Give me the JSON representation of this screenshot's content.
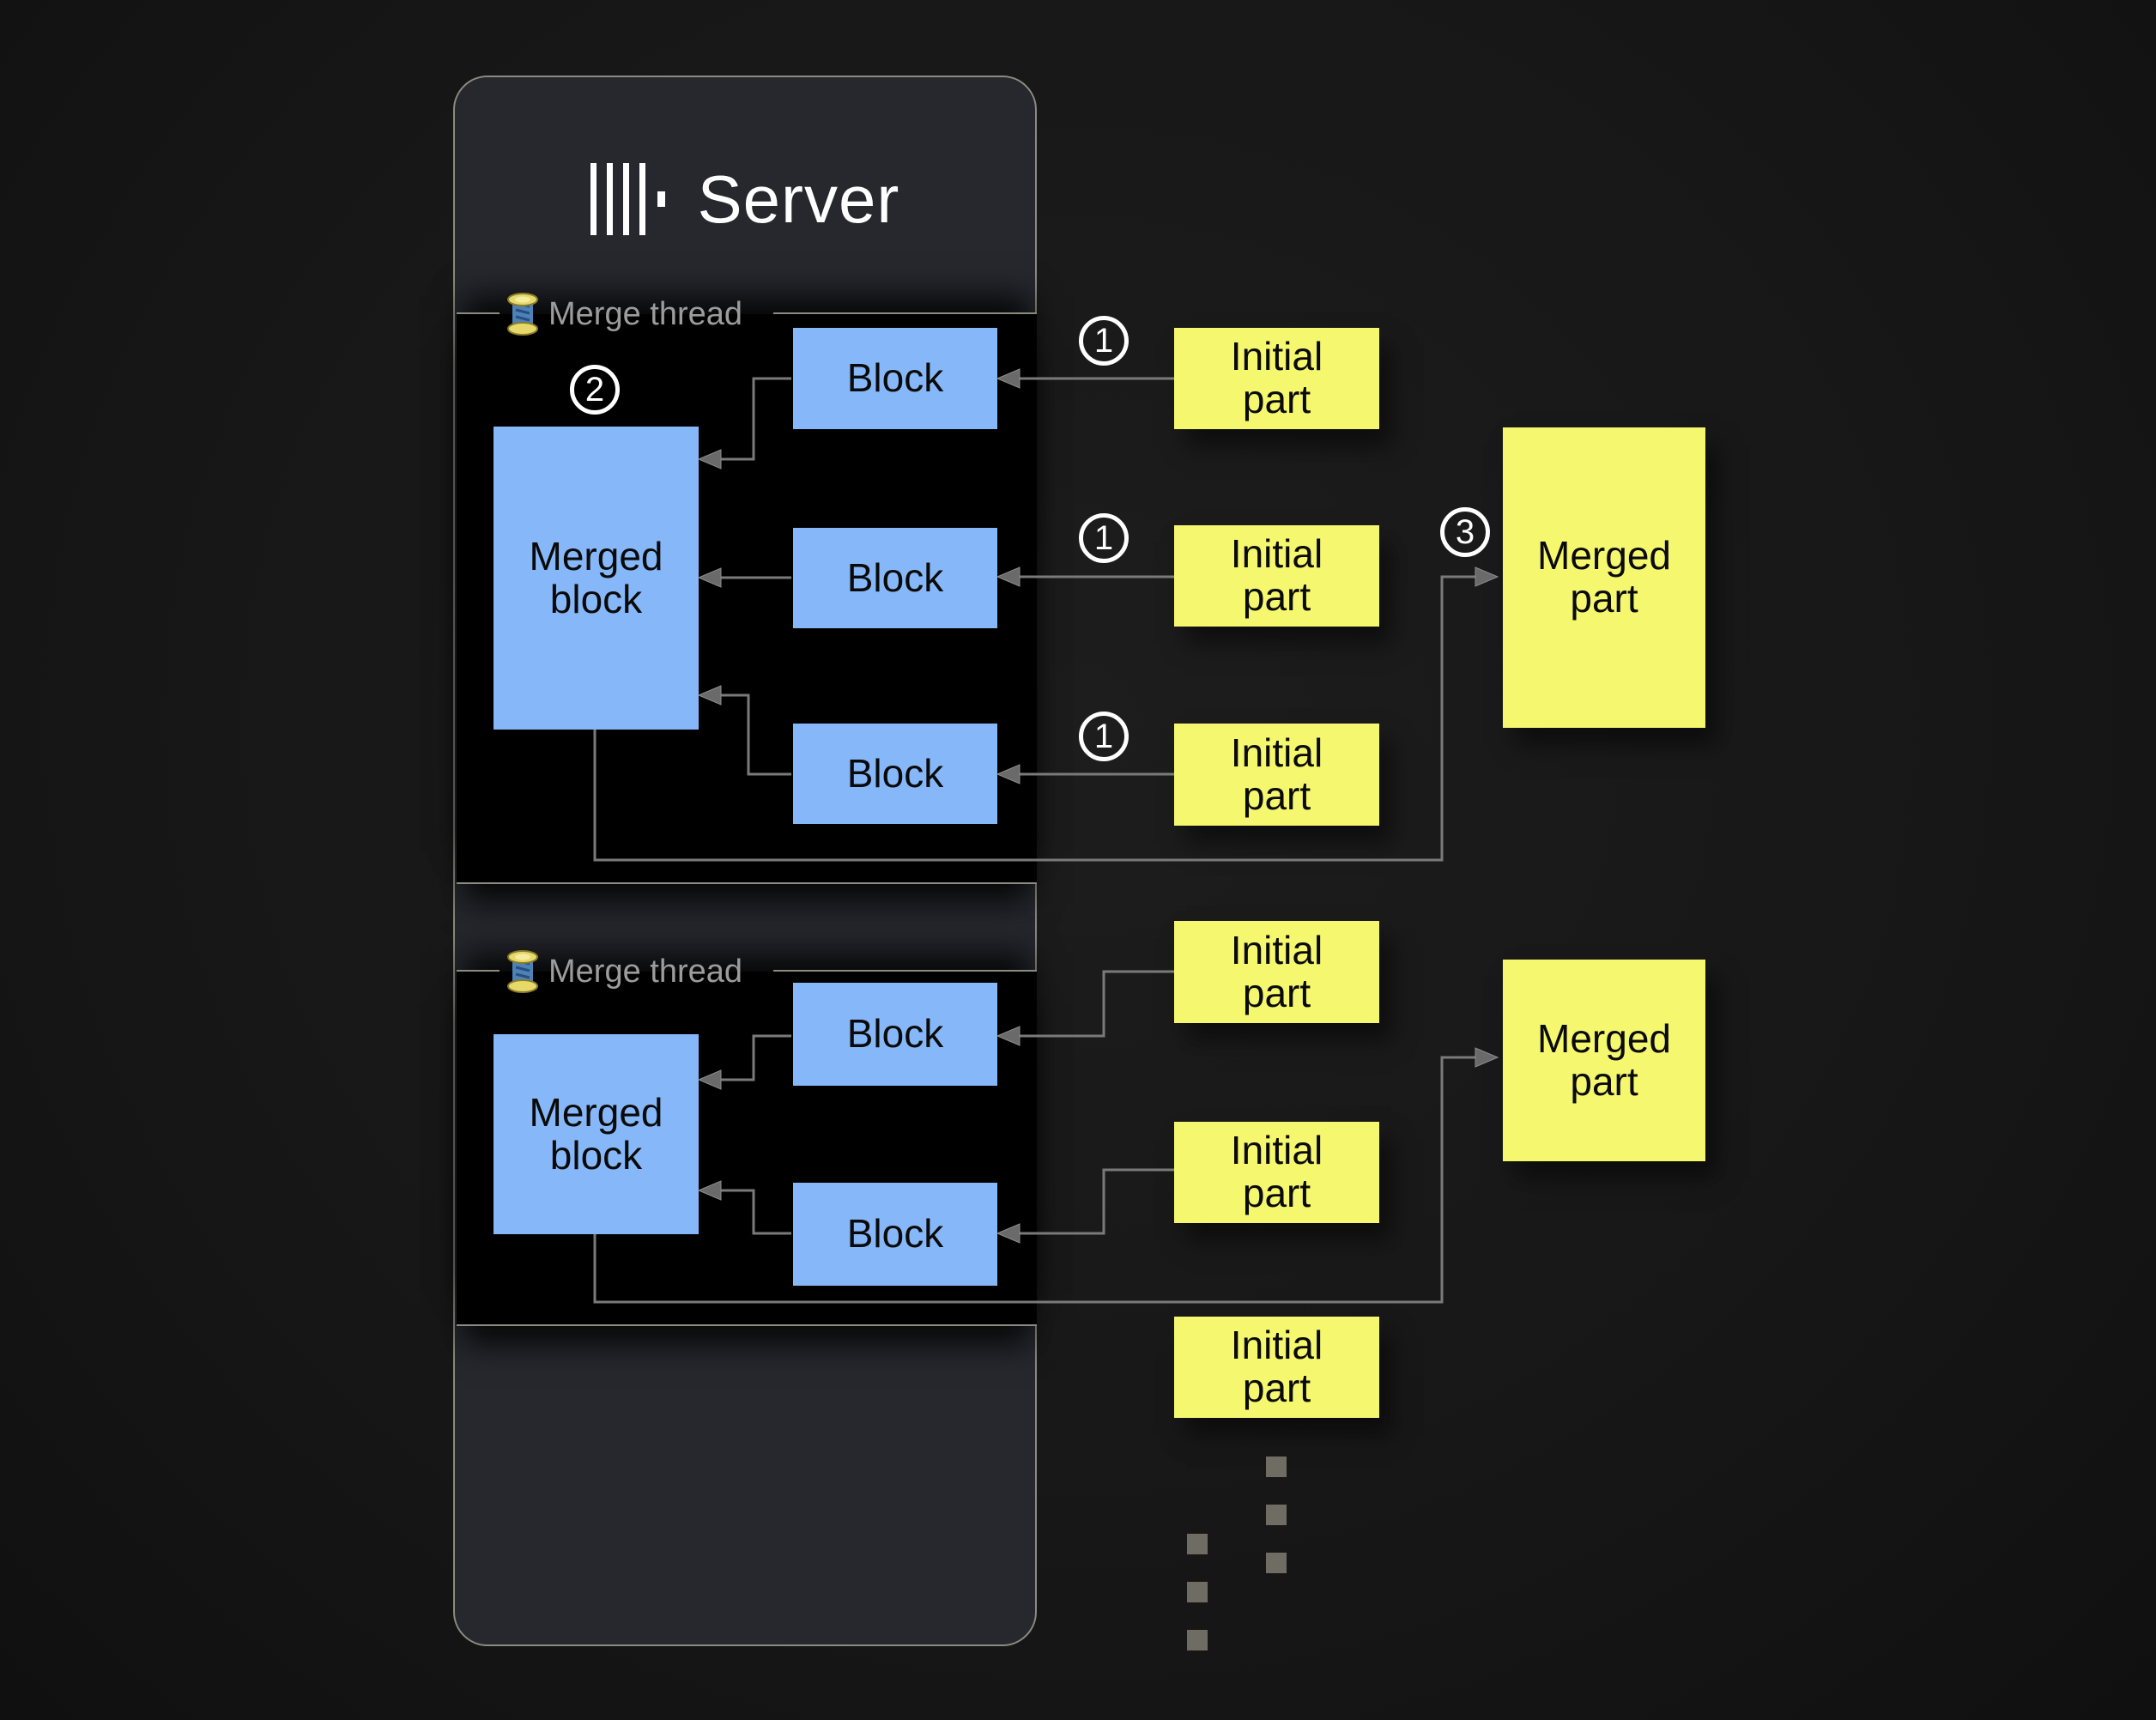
{
  "server": {
    "title": "Server",
    "logo": "clickhouse-logo"
  },
  "threads": [
    {
      "legend": "Merge thread",
      "step": "2",
      "merged_block": "Merged\nblock",
      "blocks": [
        "Block",
        "Block",
        "Block"
      ]
    },
    {
      "legend": "Merge thread",
      "merged_block": "Merged\nblock",
      "blocks": [
        "Block",
        "Block"
      ]
    }
  ],
  "groups": [
    {
      "steps_initial": [
        "1",
        "1",
        "1"
      ],
      "step_merged": "3",
      "initial_parts": [
        "Initial\npart",
        "Initial\npart",
        "Initial\npart"
      ],
      "merged_part": "Merged\npart"
    },
    {
      "initial_parts": [
        "Initial\npart",
        "Initial\npart",
        "Initial\npart"
      ],
      "merged_part": "Merged\npart"
    }
  ],
  "icons": {
    "thread": "thread-spool-icon",
    "ellipsis": "vertical-ellipsis-dots"
  },
  "colors": {
    "background": "#181818",
    "panel": "#26282e",
    "panel_border": "#8b8b80",
    "thread_box": "#000000",
    "block_blue": "#86b8f9",
    "part_yellow": "#f5f76e",
    "connector": "#7a7a7a",
    "arrowhead": "#6a6a6a",
    "legend_text": "#9c9c9c",
    "title_text": "#ffffff",
    "box_text": "#0a0a0a",
    "dots": "#6f6c64"
  }
}
